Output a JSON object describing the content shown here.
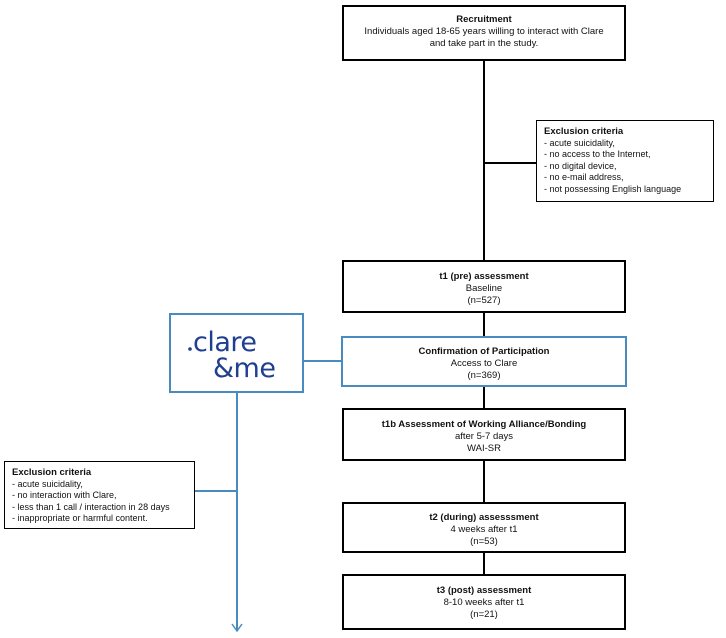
{
  "recruitment": {
    "title": "Recruitment",
    "lines": [
      "Individuals aged 18-65 years willing to interact with Clare and take part in the study."
    ]
  },
  "exclusion_top": {
    "title": "Exclusion criteria",
    "items": [
      "- acute suicidality,",
      "- no access to the Internet,",
      "- no digital device,",
      "- no e-mail address,",
      "- not possessing English language"
    ]
  },
  "t1": {
    "title": "t1 (pre) assessment",
    "lines": [
      "Baseline",
      "(n=527)"
    ]
  },
  "confirmation": {
    "title": "Confirmation of Participation",
    "lines": [
      "Access to Clare",
      "(n=369)"
    ]
  },
  "t1b": {
    "title": "t1b Assessment of Working Alliance/Bonding",
    "lines": [
      "after 5-7 days",
      "WAI-SR"
    ]
  },
  "t2": {
    "title": "t2 (during) assesssment",
    "lines": [
      "4 weeks after t1",
      "(n=53)"
    ]
  },
  "t3": {
    "title": "t3 (post) assessment",
    "lines": [
      "8-10 weeks after t1",
      "(n=21)"
    ]
  },
  "exclusion_left": {
    "title": "Exclusion criteria",
    "items": [
      "- acute suicidality,",
      "- no interaction with Clare,",
      "- less than 1 call / interaction in 28 days",
      "- inappropriate or harmful content."
    ]
  },
  "logo": {
    "line1": "clare",
    "line2": "&me",
    "color": "#1f3f8f",
    "border_color": "#4a8bbf"
  }
}
